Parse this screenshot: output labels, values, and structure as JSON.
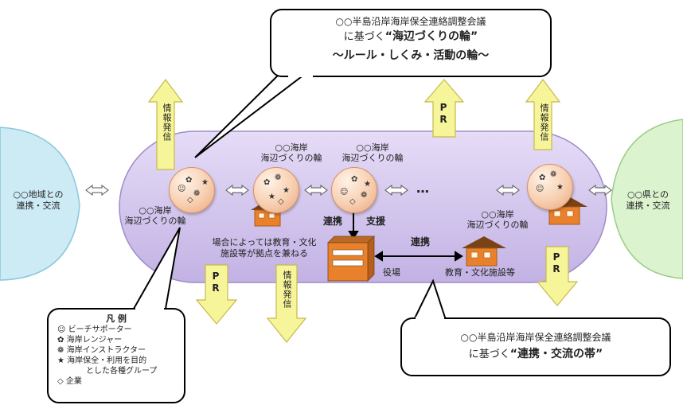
{
  "top_callout": {
    "line1": "○○半島沿岸海岸保全連絡調整会議",
    "line2_prefix": "に基づく",
    "line2_emph": "“海辺づくりの輪”",
    "line3": "～ルール・しくみ・活動の輪～"
  },
  "bottom_callout": {
    "line1": "○○半島沿岸海岸保全連絡調整会議",
    "line2_prefix": "に基づく",
    "line2_emph": "“連携・交流の帯”"
  },
  "left_region": {
    "line1": "○○地域との",
    "line2": "連携・交流"
  },
  "right_region": {
    "line1": "○○県との",
    "line2": "連携・交流"
  },
  "circles": [
    {
      "line1": "○○海岸",
      "line2": "海辺づくりの輪"
    },
    {
      "line1": "○○海岸",
      "line2": "海辺づくりの輪"
    },
    {
      "line1": "○○海岸",
      "line2": "海辺づくりの輪"
    },
    {
      "line1": "○○海岸",
      "line2": "海辺づくりの輪"
    }
  ],
  "ellipsis": "…",
  "arrows": {
    "info_up_left": "情報発信",
    "pr_up_mid": "PR",
    "info_up_right": "情報発信",
    "pr_down_left": "PR",
    "info_down_mid": "情報発信",
    "pr_down_right": "PR"
  },
  "labels": {
    "renkei": "連携",
    "shien": "支援",
    "renkei2": "連携",
    "base_line1": "場合によっては教育・文化",
    "base_line2": "施設等が拠点を兼ねる",
    "yakuba": "役場",
    "edu": "教育・文化施設等"
  },
  "legend": {
    "title": "凡 例",
    "items": [
      {
        "symbol": "☺",
        "text": "ビーチサポーター",
        "text2": ""
      },
      {
        "symbol": "✿",
        "text": "海岸レンジャー",
        "text2": ""
      },
      {
        "symbol": "❁",
        "text": "海岸インストラクター",
        "text2": ""
      },
      {
        "symbol": "★",
        "text": "海岸保全・利用を目的",
        "text2": "とした各種グループ"
      },
      {
        "symbol": "◇",
        "text": "企業",
        "text2": ""
      }
    ]
  },
  "colors": {
    "band": "#cfc2ea",
    "band_stroke": "#9d8cc9",
    "left_region": "#cdebf5",
    "right_region": "#dcf3cf",
    "arrow_fill": "#f7f59a",
    "arrow_stroke": "#c7b84b",
    "box_orange": "#e8802c",
    "roof_brown": "#7a4316"
  }
}
